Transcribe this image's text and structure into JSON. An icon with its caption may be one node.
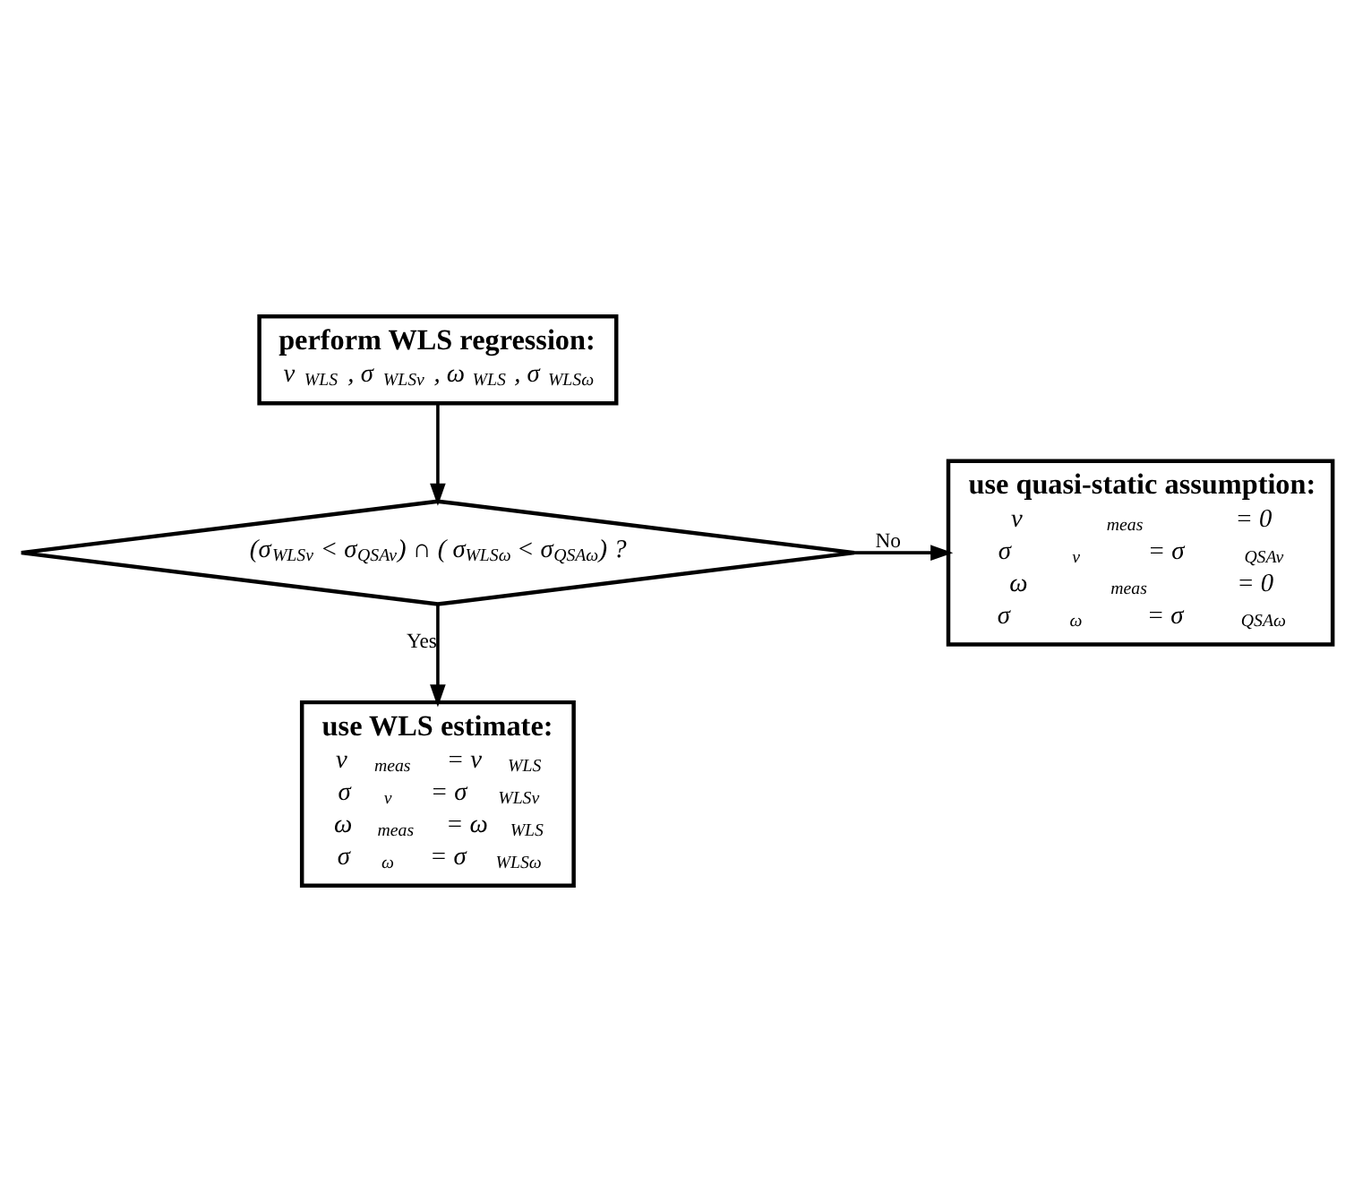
{
  "diagram": {
    "nodes": [
      {
        "text": [
          "perform WLS regression:",
          "v$_{WLS}$, σ$_{WLSv}$, ω$_{WLS}$, σ$_{WLSω}$"
        ]
      },
      {
        "text": [
          "(σ$_{WLSv}$ < σ$_{QSAv}$) ∩ ( σ$_{WLSω}$ < σ$_{QSAω}$) ?"
        ]
      },
      {
        "text": [
          "use quasi-static assumption:",
          "v$_{meas}$ = 0",
          "σ$_{v}$ = σ$_{QSAv}$",
          "ω$_{meas}$ = 0",
          "σ$_{ω}$ = σ$_{QSAω}$"
        ]
      },
      {
        "text": [
          "use WLS estimate:",
          "v$_{meas}$ = v$_{WLS}$",
          "σ$_{v}$ = σ$_{WLSv}$",
          "ω$_{meas}$ = ω$_{WLS}$",
          "σ$_{ω}$ = σ$_{WLSω}$"
        ]
      }
    ],
    "edges": [
      {
        "from": 0,
        "to": 1,
        "arrow": "to"
      },
      {
        "from": 1,
        "to": 2,
        "arrow": "to",
        "label": "No"
      },
      {
        "from": 1,
        "to": 3,
        "arrow": "to",
        "label": "Yes"
      }
    ]
  }
}
